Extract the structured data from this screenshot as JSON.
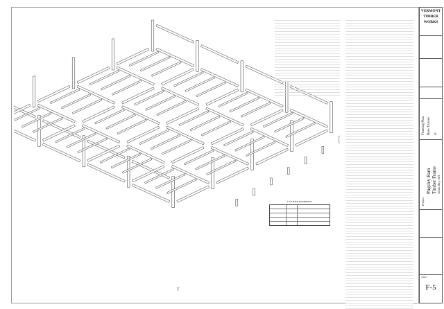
{
  "titleblock": {
    "company_line1": "VERMONT",
    "company_line2": "TIMBER",
    "company_line3": "WORKS",
    "plan_title": "Framing Plan",
    "plan_sub": "Base Trusses",
    "plan_scale": "SC",
    "project_label": "Project:",
    "project_name": "Pugsley Barn",
    "project_type": "Timber Frame",
    "project_location": "Alton Bay, NH",
    "sheet_label": "SHEET",
    "sheet_number": "F-5"
  },
  "legend": {
    "title": "LAY BOX SCHEDULE"
  },
  "compass": {
    "label": "T"
  },
  "colors": {
    "line": "#2a2a2a",
    "sheet_border": "#9a9a9a"
  }
}
